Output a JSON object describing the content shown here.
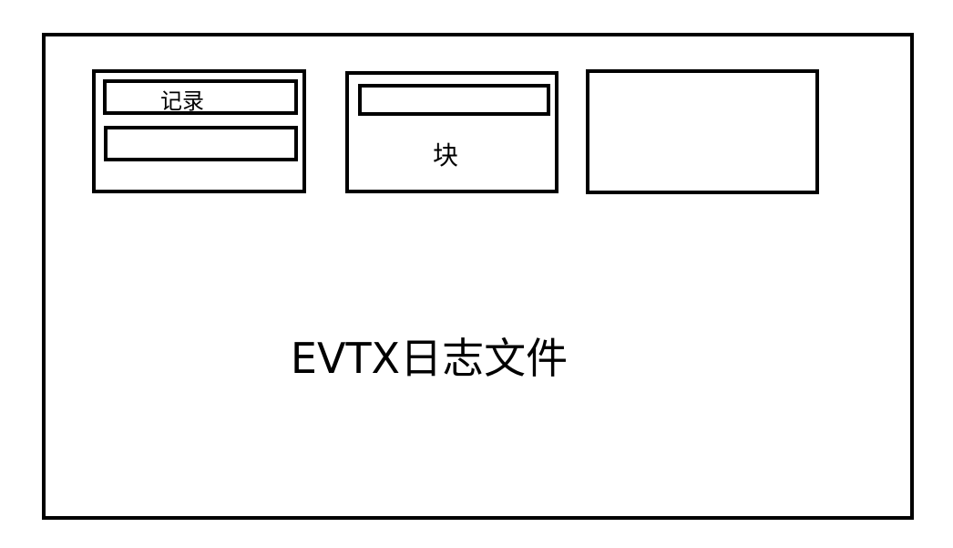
{
  "diagram": {
    "file_label": "EVTX日志文件",
    "record_label": "记录",
    "block_label": "块",
    "stroke_color": "#000000",
    "background_color": "#ffffff"
  }
}
